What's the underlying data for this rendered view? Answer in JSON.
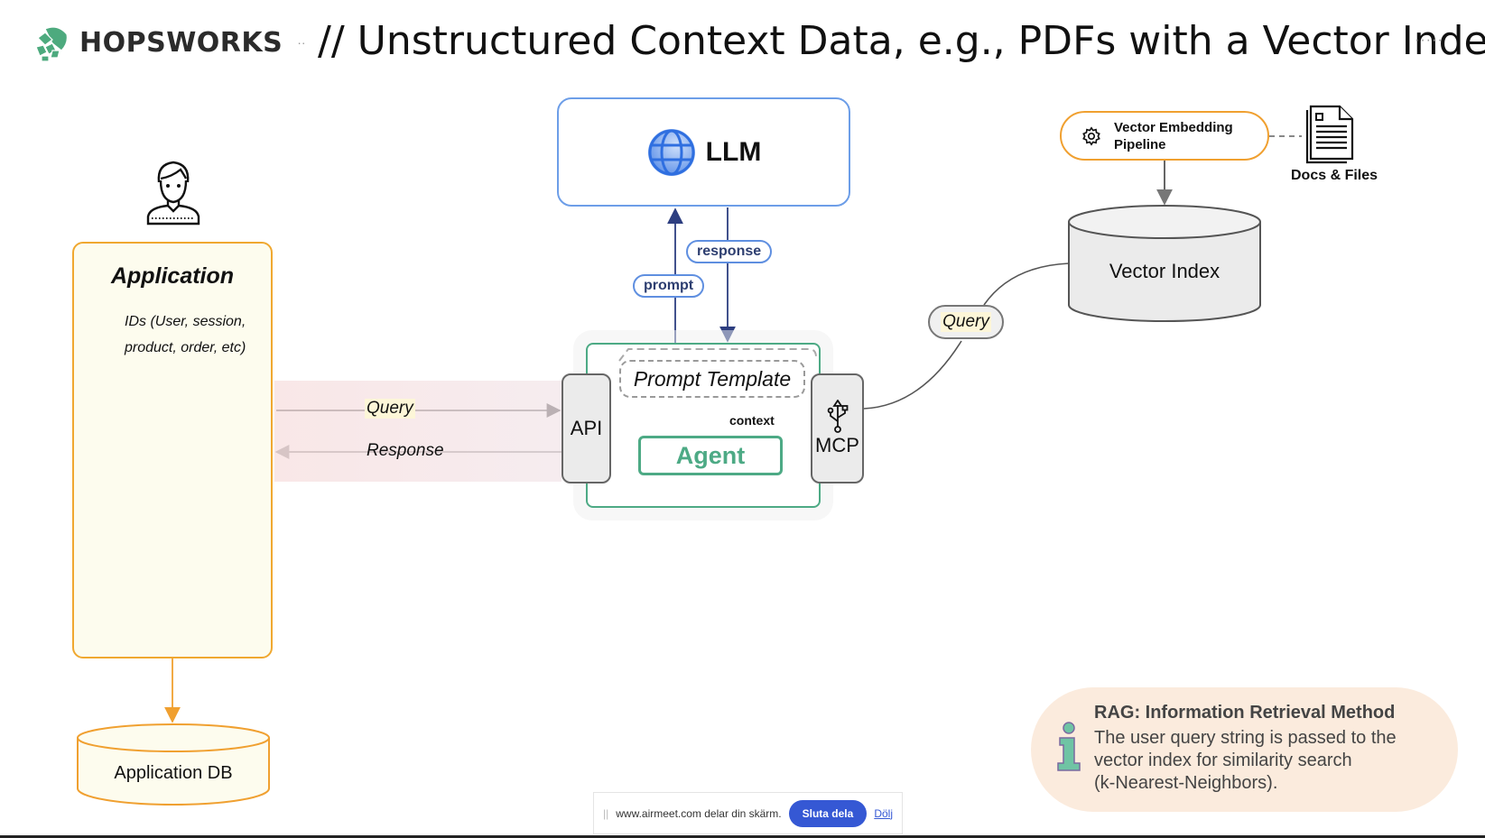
{
  "header": {
    "brand": "HOPSWORKS",
    "brand_dots": "··",
    "title": "// Unstructured Context Data, e.g., PDFs with a Vector Index",
    "menu_dots": "·····",
    "brand_color": "#4daa7e"
  },
  "application": {
    "title": "Application",
    "desc_line1": "IDs (User, session,",
    "desc_line2": "product, order, etc)",
    "icon": "user-icon"
  },
  "flows": {
    "query": "Query",
    "response": "Response"
  },
  "llm": {
    "label": "LLM",
    "icon": "globe-icon",
    "prompt_label": "prompt",
    "response_label": "response"
  },
  "agent": {
    "prompt_template": "Prompt Template",
    "context_label": "context",
    "agent_label": "Agent",
    "api_label": "API",
    "mcp_label": "MCP",
    "mcp_icon": "usb-icon"
  },
  "vector": {
    "pipeline_line1": "Vector Embedding",
    "pipeline_line2": "Pipeline",
    "pipeline_icon": "gear-icon",
    "docs_label": "Docs & Files",
    "docs_icon": "document-icon",
    "index_label": "Vector Index",
    "query_label": "Query"
  },
  "app_db": {
    "label": "Application DB"
  },
  "rag_note": {
    "icon": "info-icon",
    "title": "RAG: Information Retrieval Method",
    "line1": "The user query string is passed to the",
    "line2": "vector index for similarity search",
    "line3": "(k-Nearest-Neighbors)."
  },
  "share_bar": {
    "grip": "||",
    "message": "www.airmeet.com delar din skärm.",
    "stop_button": "Sluta dela",
    "hide_link": "Dölj"
  },
  "colors": {
    "app_border": "#f0a830",
    "agent_green": "#4daa85",
    "llm_blue": "#6d9ee8",
    "arrow_navy": "#2d3e80",
    "rag_bg": "#fbeadb",
    "share_blue": "#3558d4"
  }
}
